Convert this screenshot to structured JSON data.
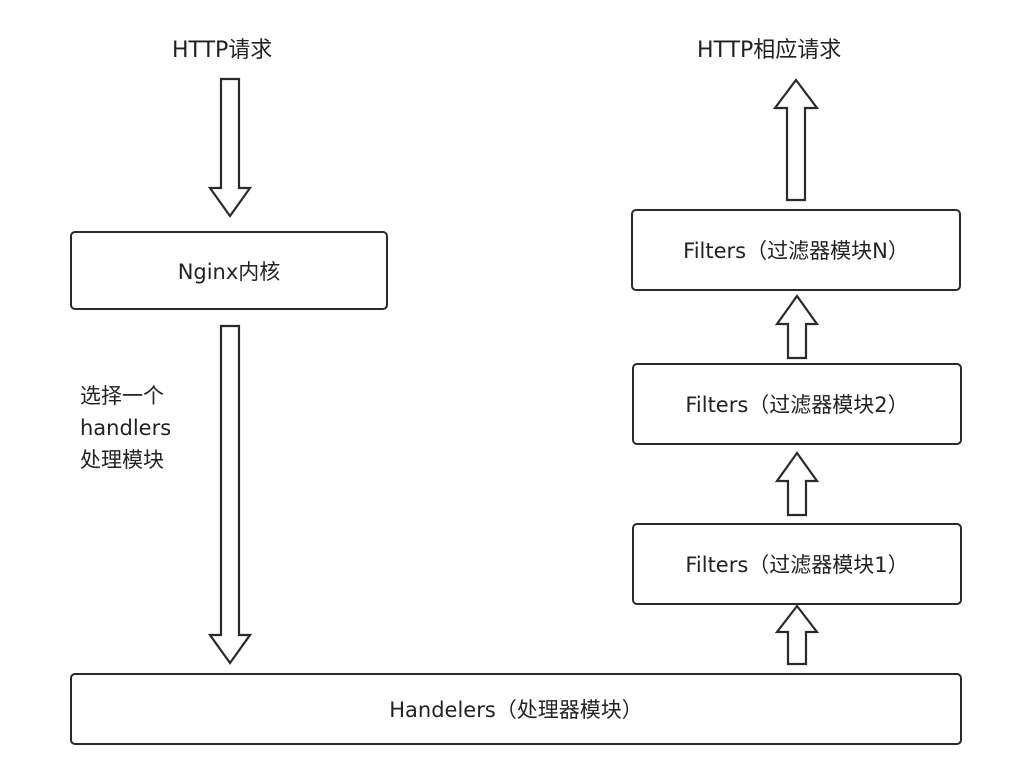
{
  "diagram": {
    "request_label": "HTTP请求",
    "response_label": "HTTP相应请求",
    "core_box": "Nginx内核",
    "select_note": [
      "选择一个",
      "handlers",
      "处理模块"
    ],
    "filters": {
      "n": "Filters（过滤器模块N）",
      "two": "Filters（过滤器模块2）",
      "one": "Filters（过滤器模块1）"
    },
    "handlers_box": "Handelers（处理器模块）"
  }
}
